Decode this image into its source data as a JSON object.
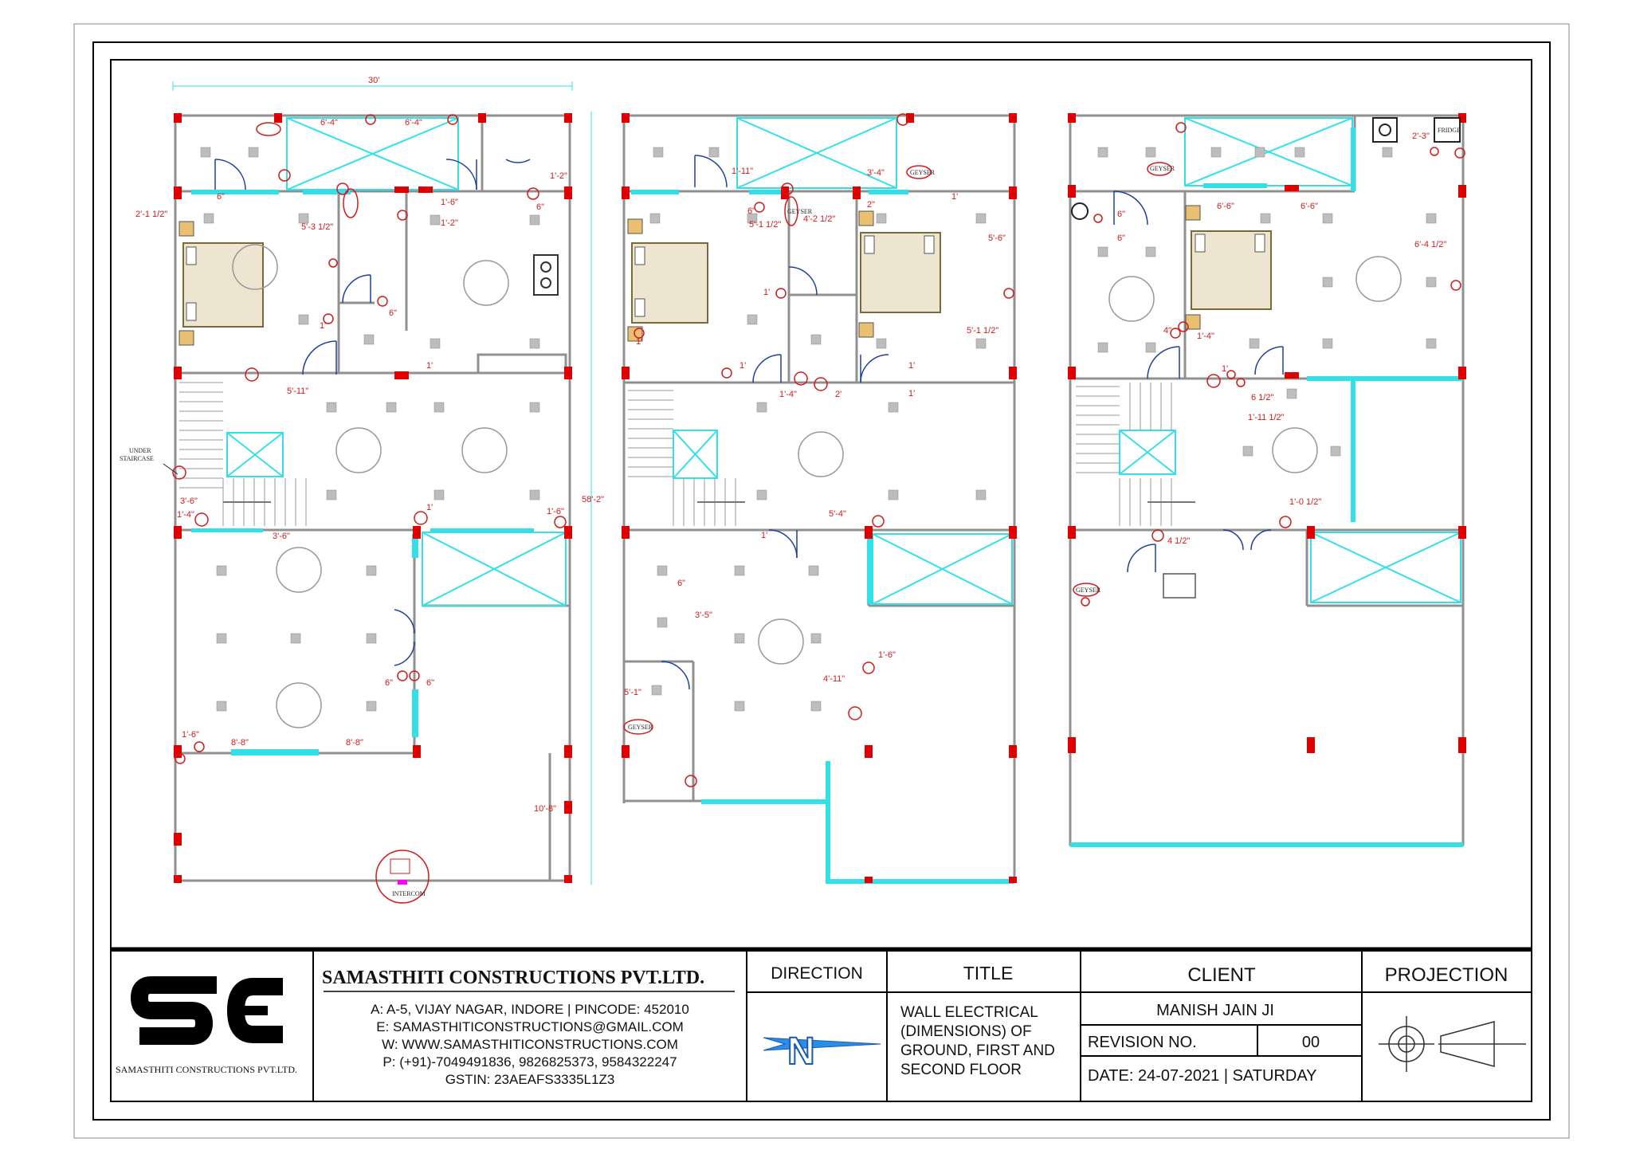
{
  "colors": {
    "wall": "#909090",
    "column": "#e00000",
    "window": "#33e0e8",
    "dim": "#d11a1a",
    "door": "#1f3f9a"
  },
  "ground": {
    "overall_width": "30'",
    "overall_depth": "58'-2\"",
    "under_staircase": [
      "UNDER",
      "STAIRCASE"
    ],
    "intercom": "INTERCOM",
    "dims": [
      "6'-4\"",
      "6'-4\"",
      "2'-1 1/2\"",
      "6\"",
      "5'-3 1/2\"",
      "1'-6\"",
      "1'-2\"",
      "1'-2\"",
      "6\"",
      "6\"",
      "1'",
      "5'-11\"",
      "1'",
      "3'-6\"",
      "1'-4\"",
      "3'-6\"",
      "1'-6\"",
      "6\"",
      "6\"",
      "1'-6\"",
      "8'-8\"",
      "8'-8\"",
      "10'-8\"",
      "1'"
    ]
  },
  "first": {
    "dims": [
      "1'-11\"",
      "3'-4\"",
      "6\"",
      "5'-1 1/2\"",
      "4'-2 1/2\"",
      "2\"",
      "1'",
      "5'-6\"",
      "1'",
      "5'-1 1/2\"",
      "1'-4\"",
      "2'",
      "1'",
      "1'",
      "1'",
      "5'-4\"",
      "1'",
      "6\"",
      "3'-5\"",
      "5'-1\"",
      "1'-6\"",
      "4'-11\"",
      "1'"
    ],
    "geyser": [
      "GEYSER",
      "GEYSER",
      "GEYSER"
    ]
  },
  "second": {
    "fridge": "FRIDGE",
    "dims": [
      "2'-3\"",
      "6'-6\"",
      "6'-6\"",
      "6\"",
      "6\"",
      "6'-4 1/2\"",
      "4\"",
      "1'-4\"",
      "1'",
      "6 1/2\"",
      "1'-11 1/2\"",
      "1'-0 1/2\"",
      "4 1/2\""
    ],
    "geyser": [
      "GEYSER",
      "GEYSER"
    ]
  },
  "title_block": {
    "company": "SAMASTHITI CONSTRUCTIONS PVT.LTD.",
    "logo_caption": "SAMASTHITI CONSTRUCTIONS PVT.LTD.",
    "address": [
      "A: A-5, VIJAY NAGAR, INDORE | PINCODE: 452010",
      "E: SAMASTHITICONSTRUCTIONS@GMAIL.COM",
      "W: WWW.SAMASTHITICONSTRUCTIONS.COM",
      "P: (+91)-7049491836, 9826825373, 9584322247",
      "GSTIN: 23AEAFS3335L1Z3"
    ],
    "direction_label": "DIRECTION",
    "north": "N",
    "title_label": "TITLE",
    "title_lines": [
      "WALL ELECTRICAL",
      "(DIMENSIONS) OF",
      "GROUND, FIRST AND",
      "SECOND FLOOR"
    ],
    "client_label": "CLIENT",
    "client_name": "MANISH JAIN JI",
    "revision_label": "REVISION NO.",
    "revision_value": "00",
    "date": "DATE: 24-07-2021 | SATURDAY",
    "projection_label": "PROJECTION"
  }
}
